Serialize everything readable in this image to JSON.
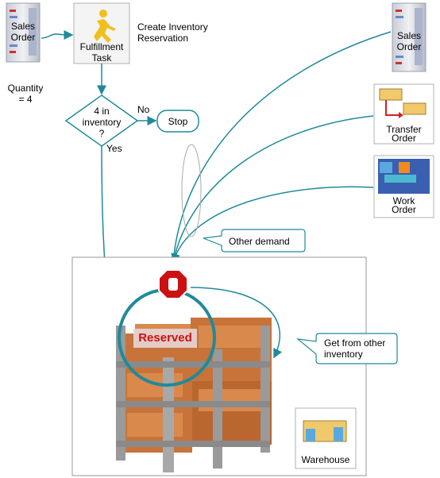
{
  "sales_order_left": {
    "line1": "Sales",
    "line2": "Order"
  },
  "quantity": {
    "line1": "Quantity",
    "line2": "= 4"
  },
  "fulfillment_task": {
    "line1": "Fulfillment",
    "line2": "Task"
  },
  "create_reservation": {
    "line1": "Create Inventory",
    "line2": "Reservation"
  },
  "decision": {
    "line1": "4 in",
    "line2": "inventory",
    "line3": "?"
  },
  "no_label": "No",
  "yes_label": "Yes",
  "stop_label": "Stop",
  "sales_order_right": {
    "line1": "Sales",
    "line2": "Order"
  },
  "transfer_order": {
    "line1": "Transfer",
    "line2": "Order"
  },
  "work_order": {
    "line1": "Work",
    "line2": "Order"
  },
  "other_demand": "Other demand",
  "get_from_other": {
    "line1": "Get from other",
    "line2": "inventory"
  },
  "reserved": "Reserved",
  "warehouse": "Warehouse",
  "colors": {
    "teal": "#1f8a9a",
    "red": "#cc1111",
    "box": "#c8733a",
    "shelf": "#9a9a9a"
  }
}
